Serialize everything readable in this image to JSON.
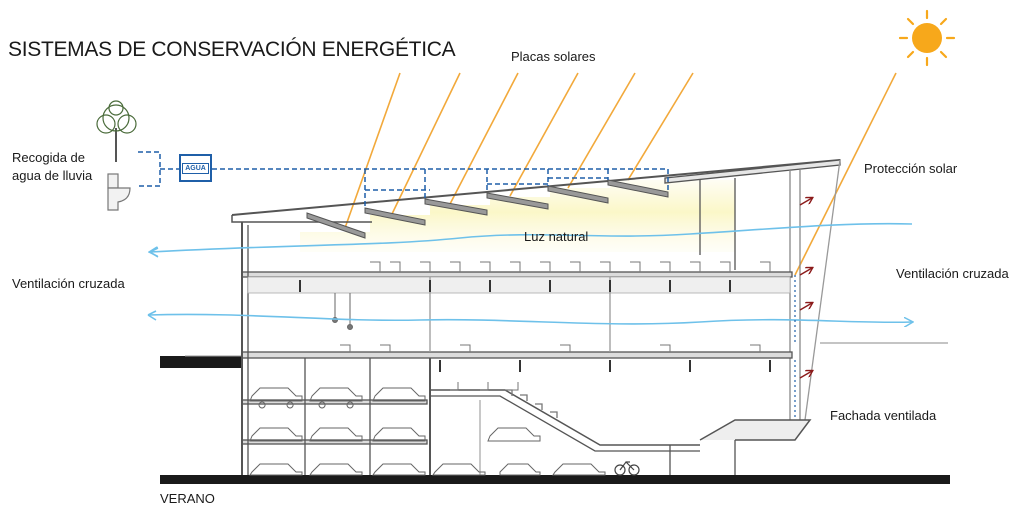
{
  "title": "SISTEMAS DE CONSERVACIÓN ENERGÉTICA",
  "season": "VERANO",
  "labels": {
    "solar_panels": "Placas solares",
    "rainwater_line1": "Recogida de",
    "rainwater_line2": "agua de lluvia",
    "water_tank": "AGUA",
    "natural_light": "Luz natural",
    "cross_ventilation_left": "Ventilación cruzada",
    "cross_ventilation_right": "Ventilación cruzada",
    "solar_protection": "Protección solar",
    "ventilated_facade": "Fachada ventilada"
  },
  "colors": {
    "sun": "#f7a81b",
    "sun_rays": "#f2a93b",
    "airflow": "#6ec1ea",
    "water_pipe": "#1f5fa8",
    "structure": "#555555",
    "ground": "#1a1a1a",
    "light_glow": "#fbf7c8",
    "facade_arrows": "#8b1a1a"
  },
  "icons": [
    "sun-icon",
    "tree-icon",
    "toilet-icon",
    "car-icon",
    "bicycle-icon",
    "chair-icon"
  ]
}
